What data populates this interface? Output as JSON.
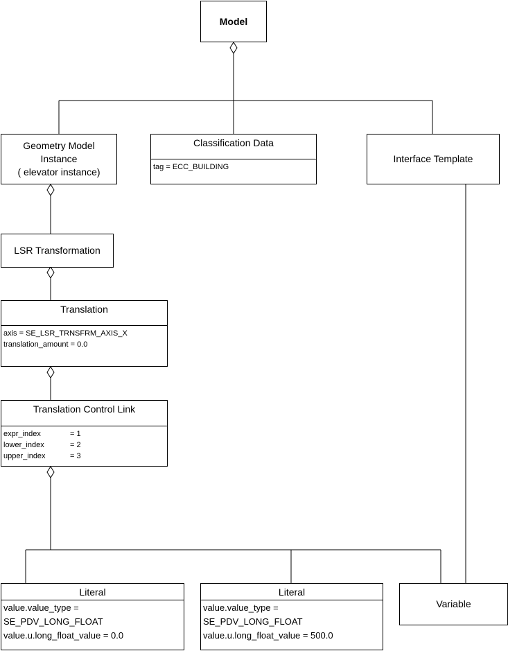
{
  "model": {
    "title": "Model"
  },
  "geometry_model_instance": {
    "lines": [
      "Geometry Model",
      "Instance",
      "( elevator instance)"
    ]
  },
  "classification_data": {
    "title": "Classification Data",
    "attributes": [
      "tag = ECC_BUILDING"
    ]
  },
  "interface_template": {
    "title": "Interface Template"
  },
  "lsr_transformation": {
    "title": "LSR Transformation"
  },
  "translation": {
    "title": "Translation",
    "attributes": [
      "axis = SE_LSR_TRNSFRM_AXIS_X",
      "translation_amount = 0.0"
    ]
  },
  "translation_control_link": {
    "title": "Translation Control Link",
    "attributes": [
      {
        "key": "expr_index",
        "value": "= 1"
      },
      {
        "key": "lower_index",
        "value": "= 2"
      },
      {
        "key": "upper_index",
        "value": "= 3"
      }
    ]
  },
  "literal_1": {
    "title": "Literal",
    "attributes": [
      "value.value_type =",
      "SE_PDV_LONG_FLOAT",
      "value.u.long_float_value = 0.0"
    ]
  },
  "literal_2": {
    "title": "Literal",
    "attributes": [
      "value.value_type =",
      "SE_PDV_LONG_FLOAT",
      "value.u.long_float_value = 500.0"
    ]
  },
  "variable": {
    "title": "Variable"
  },
  "colors": {
    "line": "#000000",
    "background": "#ffffff"
  },
  "icons": {
    "aggregation": "hollow-diamond-icon"
  }
}
